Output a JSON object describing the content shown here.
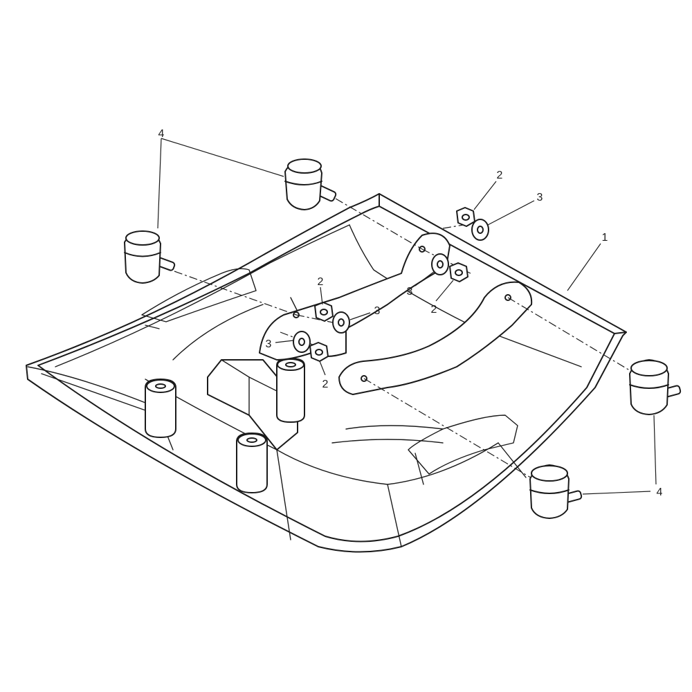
{
  "callouts": {
    "frame": "1",
    "nut": "2",
    "washer": "3",
    "mount": "4"
  }
}
